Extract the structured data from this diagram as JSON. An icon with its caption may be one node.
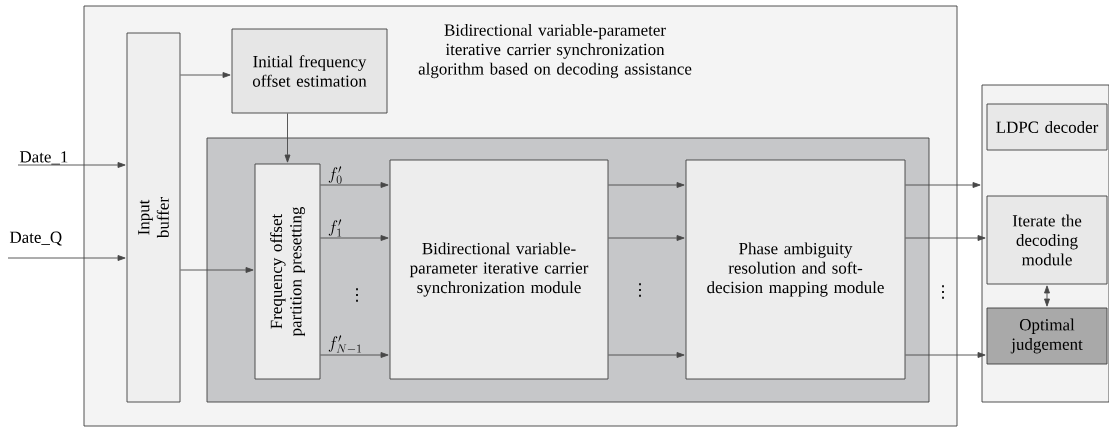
{
  "diagram": {
    "nodes": [
      {
        "text": [
          "Bidirectional variable-parameter iterative carrier synchronization algorithm based on decoding assistance"
        ]
      },
      {
        "text": [
          "Input buffer"
        ],
        "in": 0
      },
      {
        "text": [
          "Initial frequency offset estimation"
        ],
        "in": 0
      },
      {
        "text": [],
        "shape": "box",
        "in": 0
      },
      {
        "text": [
          "Frequency offset partition presetting"
        ],
        "in": 3
      },
      {
        "text": [
          "Bidirectional variable-parameter iterative carrier synchronization module"
        ],
        "in": 3
      },
      {
        "text": [
          "Phase ambiguity resolution and soft-decision mapping module"
        ],
        "in": 3
      },
      {
        "text": [],
        "shape": "box"
      },
      {
        "text": [
          "LDPC decoder"
        ],
        "in": 7
      },
      {
        "text": [
          "Iterate the decoding module"
        ],
        "in": 7
      },
      {
        "text": [
          "Optimal judgement"
        ],
        "in": 7
      },
      {
        "text": [
          "Date_1"
        ]
      },
      {
        "text": [
          "Date_Q"
        ]
      }
    ],
    "edges": [
      {
        "from": 11,
        "to": 1,
        "arrow": "to"
      },
      {
        "from": 12,
        "to": 1,
        "arrow": "to"
      },
      {
        "from": 1,
        "to": 2,
        "arrow": "to"
      },
      {
        "from": 1,
        "to": 4,
        "arrow": "to"
      },
      {
        "from": 2,
        "to": 4,
        "arrow": "to"
      },
      {
        "from": 4,
        "to": 5,
        "arrow": "to",
        "label": "f'_{0}"
      },
      {
        "from": 4,
        "to": 5,
        "arrow": "to",
        "label": "f'_{1}"
      },
      {
        "from": 4,
        "to": 5,
        "arrow": "to",
        "label": "f'_{N-1}"
      },
      {
        "from": 5,
        "to": 6,
        "arrow": "to"
      },
      {
        "from": 5,
        "to": 6,
        "arrow": "to"
      },
      {
        "from": 5,
        "to": 6,
        "arrow": "to"
      },
      {
        "from": 6,
        "to": 7,
        "arrow": "to"
      },
      {
        "from": 6,
        "to": 9,
        "arrow": "to"
      },
      {
        "from": 6,
        "to": 10,
        "arrow": "to"
      },
      {
        "from": 9,
        "to": 10,
        "arrow": "both"
      }
    ],
    "labels": [
      "⋮",
      "⋮",
      "⋮"
    ]
  }
}
